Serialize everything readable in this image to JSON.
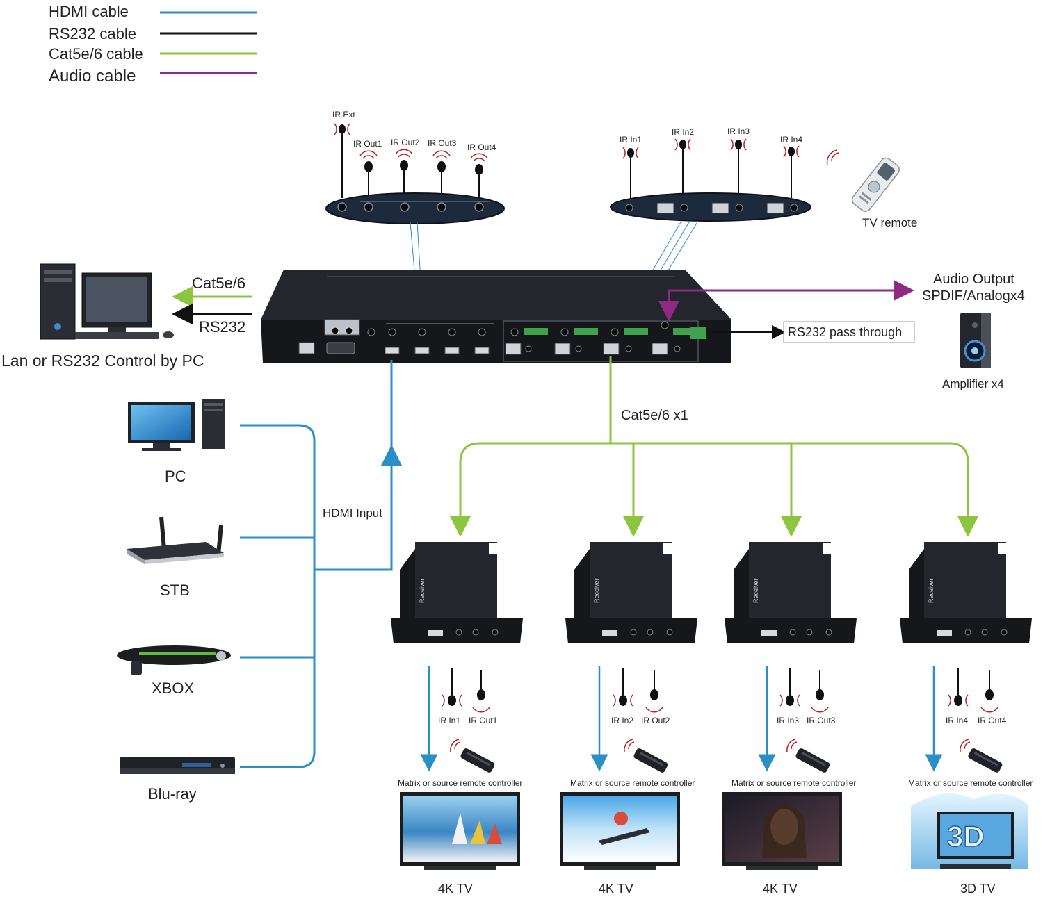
{
  "legend": [
    {
      "label": "HDMI cable",
      "color": "#2a8fc4"
    },
    {
      "label": "RS232 cable",
      "color": "#111111"
    },
    {
      "label": "Cat5e/6 cable",
      "color": "#8cc63f"
    },
    {
      "label": "Audio cable",
      "color": "#8e2a84"
    }
  ],
  "colors": {
    "hdmi": "#2a8fc4",
    "rs232": "#111111",
    "cat": "#8cc63f",
    "audio": "#8e2a84",
    "ir": "#b3231f",
    "device": "#1d1f24"
  },
  "ir_top_left": {
    "ext": "IR Ext",
    "outs": [
      "IR Out1",
      "IR Out2",
      "IR Out3",
      "IR Out4"
    ]
  },
  "ir_top_right": {
    "ins": [
      "IR In1",
      "IR In2",
      "IR In3",
      "IR In4"
    ]
  },
  "tv_remote_label": "TV remote",
  "pc_control": {
    "cat_label": "Cat5e/6",
    "rs232_label": "RS232",
    "caption": "Lan or RS232 Control by PC"
  },
  "audio_output": {
    "line1": "Audio Output",
    "line2": "SPDIF/Analogx4",
    "amp_label": "Amplifier x4"
  },
  "rs232_pass": "RS232 pass through",
  "cat_x1_label": "Cat5e/6 x1",
  "hdmi_input_label": "HDMI Input",
  "sources": [
    "PC",
    "STB",
    "XBOX",
    "Blu-ray"
  ],
  "receiver_text": "Receiver",
  "receivers": [
    {
      "ir_in": "IR In1",
      "ir_out": "IR Out1",
      "remote": "Matrix or source remote controller",
      "tv": "4K TV"
    },
    {
      "ir_in": "IR In2",
      "ir_out": "IR Out2",
      "remote": "Matrix or source remote controller",
      "tv": "4K TV"
    },
    {
      "ir_in": "IR In3",
      "ir_out": "IR Out3",
      "remote": "Matrix or source remote controller",
      "tv": "4K TV"
    },
    {
      "ir_in": "IR In4",
      "ir_out": "IR Out4",
      "remote": "Matrix or source remote controller",
      "tv": "3D TV"
    }
  ],
  "tv_badge_3d": "3D"
}
